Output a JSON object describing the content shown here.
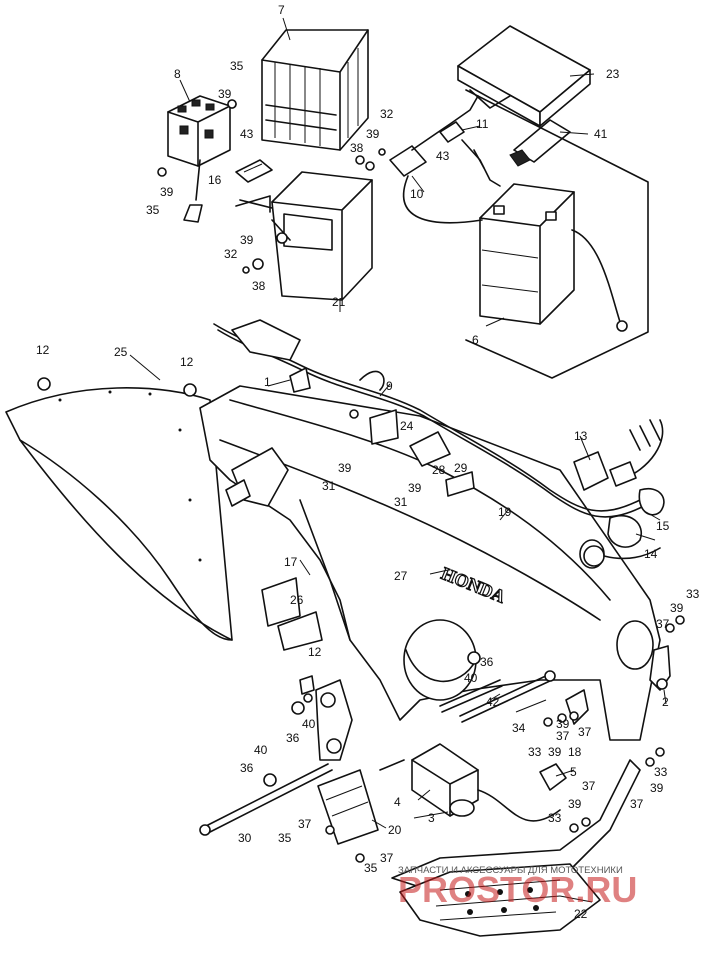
{
  "diagram": {
    "frame_brand_text": "HONDA",
    "watermark": {
      "line1": "ЗАПЧАСТИ И АКСЕССУАРЫ ДЛЯ МОТОТЕХНИКИ",
      "line2": "PROSTOR.RU",
      "color": "#c61c1c"
    },
    "callouts": [
      {
        "id": "c1",
        "text": "1"
      },
      {
        "id": "c2",
        "text": "2"
      },
      {
        "id": "c3",
        "text": "3"
      },
      {
        "id": "c4",
        "text": "4"
      },
      {
        "id": "c5",
        "text": "5"
      },
      {
        "id": "c6",
        "text": "6"
      },
      {
        "id": "c7",
        "text": "7"
      },
      {
        "id": "c8",
        "text": "8"
      },
      {
        "id": "c9",
        "text": "9"
      },
      {
        "id": "c10",
        "text": "10"
      },
      {
        "id": "c11",
        "text": "11"
      },
      {
        "id": "c12a",
        "text": "12"
      },
      {
        "id": "c12b",
        "text": "12"
      },
      {
        "id": "c12c",
        "text": "12"
      },
      {
        "id": "c13",
        "text": "13"
      },
      {
        "id": "c14",
        "text": "14"
      },
      {
        "id": "c15",
        "text": "15"
      },
      {
        "id": "c16",
        "text": "16"
      },
      {
        "id": "c17",
        "text": "17"
      },
      {
        "id": "c18",
        "text": "18"
      },
      {
        "id": "c19",
        "text": "19"
      },
      {
        "id": "c20",
        "text": "20"
      },
      {
        "id": "c21",
        "text": "21"
      },
      {
        "id": "c22",
        "text": "22"
      },
      {
        "id": "c23",
        "text": "23"
      },
      {
        "id": "c24",
        "text": "24"
      },
      {
        "id": "c25",
        "text": "25"
      },
      {
        "id": "c26",
        "text": "26"
      },
      {
        "id": "c27",
        "text": "27"
      },
      {
        "id": "c28",
        "text": "28"
      },
      {
        "id": "c29",
        "text": "29"
      },
      {
        "id": "c30",
        "text": "30"
      },
      {
        "id": "c31a",
        "text": "31"
      },
      {
        "id": "c31b",
        "text": "31"
      },
      {
        "id": "c32a",
        "text": "32"
      },
      {
        "id": "c32b",
        "text": "32"
      },
      {
        "id": "c33a",
        "text": "33"
      },
      {
        "id": "c33b",
        "text": "33"
      },
      {
        "id": "c33c",
        "text": "33"
      },
      {
        "id": "c33d",
        "text": "33"
      },
      {
        "id": "c34",
        "text": "34"
      },
      {
        "id": "c35a",
        "text": "35"
      },
      {
        "id": "c35b",
        "text": "35"
      },
      {
        "id": "c35c",
        "text": "35"
      },
      {
        "id": "c35d",
        "text": "35"
      },
      {
        "id": "c36a",
        "text": "36"
      },
      {
        "id": "c36b",
        "text": "36"
      },
      {
        "id": "c36c",
        "text": "36"
      },
      {
        "id": "c37a",
        "text": "37"
      },
      {
        "id": "c37b",
        "text": "37"
      },
      {
        "id": "c37c",
        "text": "37"
      },
      {
        "id": "c37d",
        "text": "37"
      },
      {
        "id": "c37e",
        "text": "37"
      },
      {
        "id": "c37f",
        "text": "37"
      },
      {
        "id": "c37g",
        "text": "37"
      },
      {
        "id": "c38a",
        "text": "38"
      },
      {
        "id": "c38b",
        "text": "38"
      },
      {
        "id": "c39a",
        "text": "39"
      },
      {
        "id": "c39b",
        "text": "39"
      },
      {
        "id": "c39c",
        "text": "39"
      },
      {
        "id": "c39d",
        "text": "39"
      },
      {
        "id": "c39e",
        "text": "39"
      },
      {
        "id": "c39f",
        "text": "39"
      },
      {
        "id": "c39g",
        "text": "39"
      },
      {
        "id": "c39h",
        "text": "39"
      },
      {
        "id": "c39i",
        "text": "39"
      },
      {
        "id": "c39j",
        "text": "39"
      },
      {
        "id": "c39k",
        "text": "39"
      },
      {
        "id": "c40a",
        "text": "40"
      },
      {
        "id": "c40b",
        "text": "40"
      },
      {
        "id": "c40c",
        "text": "40"
      },
      {
        "id": "c41",
        "text": "41"
      },
      {
        "id": "c42",
        "text": "42"
      },
      {
        "id": "c43a",
        "text": "43"
      },
      {
        "id": "c43b",
        "text": "43"
      }
    ]
  }
}
